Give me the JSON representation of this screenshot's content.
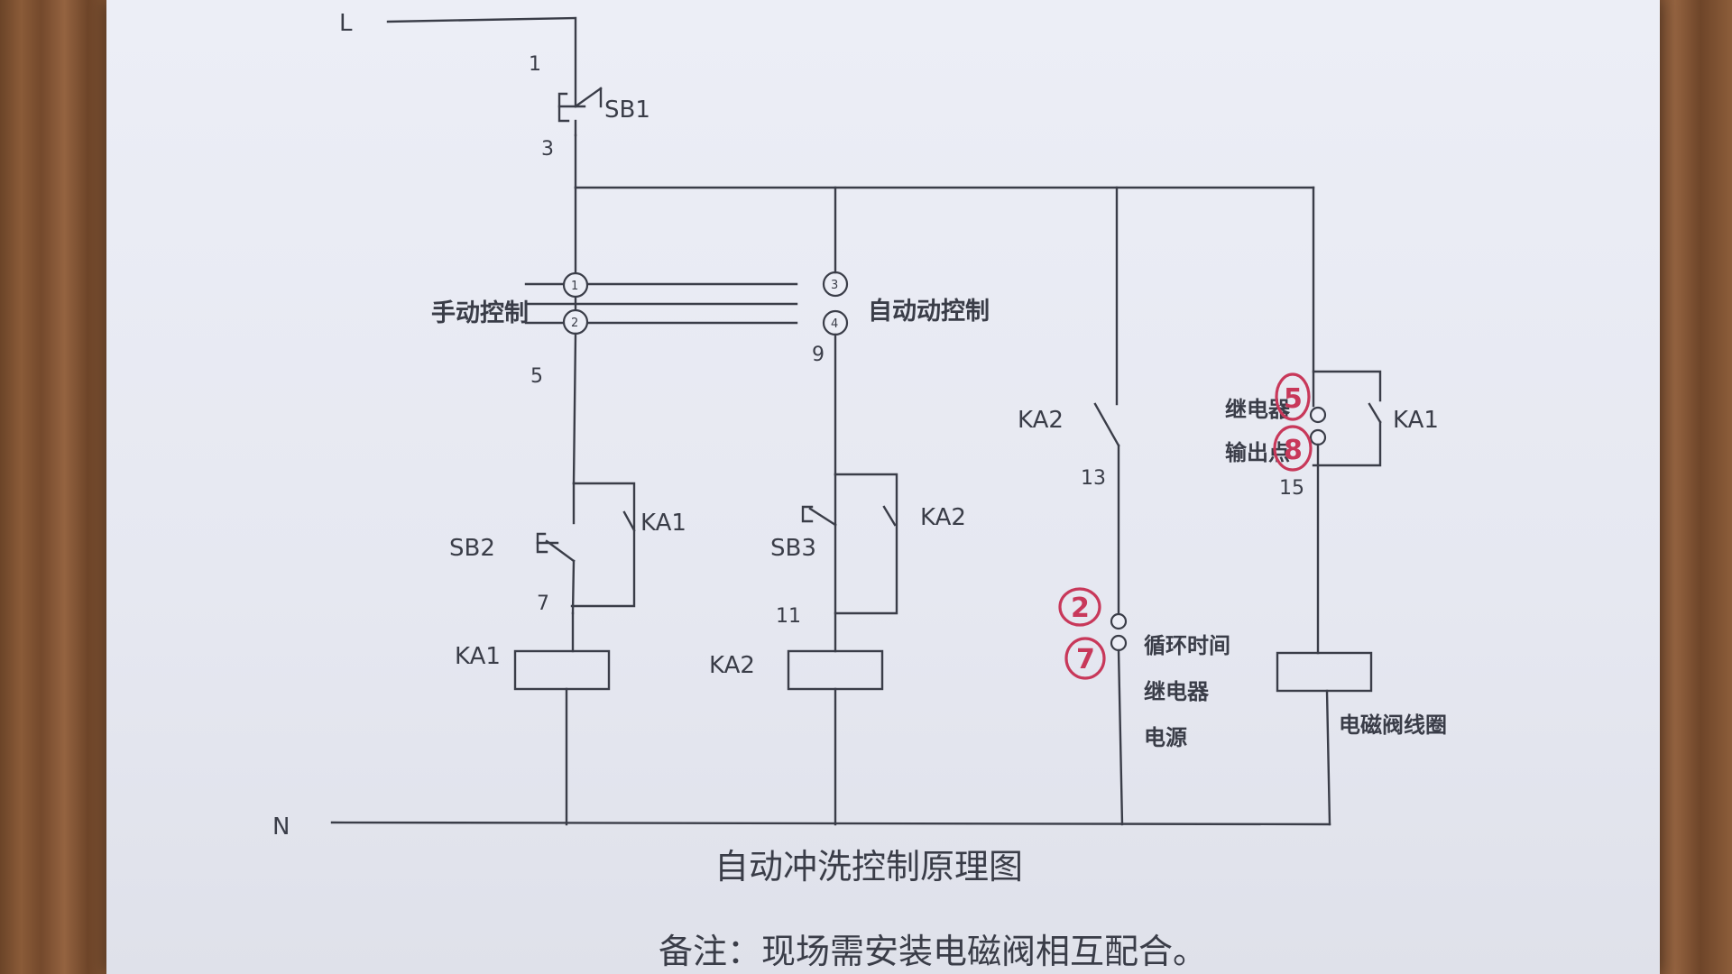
{
  "labels": {
    "L": "L",
    "N": "N",
    "n1": "1",
    "n3": "3",
    "n5": "5",
    "n7": "7",
    "n9": "9",
    "n11": "11",
    "n13": "13",
    "n15": "15",
    "sb1": "SB1",
    "sb2": "SB2",
    "sb3": "SB3",
    "ka1_contact": "KA1",
    "ka2_contact": "KA2",
    "ka1_coil": "KA1",
    "ka2_coil": "KA2",
    "ka2_cycle_contact": "KA2",
    "ka1_output_contact": "KA1",
    "manual": "手动控制",
    "auto": "自动动控制",
    "relay_out_1": "继电器",
    "relay_out_2": "输出点",
    "cycle_1": "循环时间",
    "cycle_2": "继电器",
    "cycle_3": "电源",
    "solenoid": "电磁阀线圈",
    "sel1": "1",
    "sel2": "2",
    "sel3": "3",
    "sel4": "4"
  },
  "annotations": {
    "mark_a": "5",
    "mark_b": "8",
    "mark_c": "2",
    "mark_d": "7"
  },
  "title": "自动冲洗控制原理图",
  "note": "备注：现场需安装电磁阀相互配合。"
}
